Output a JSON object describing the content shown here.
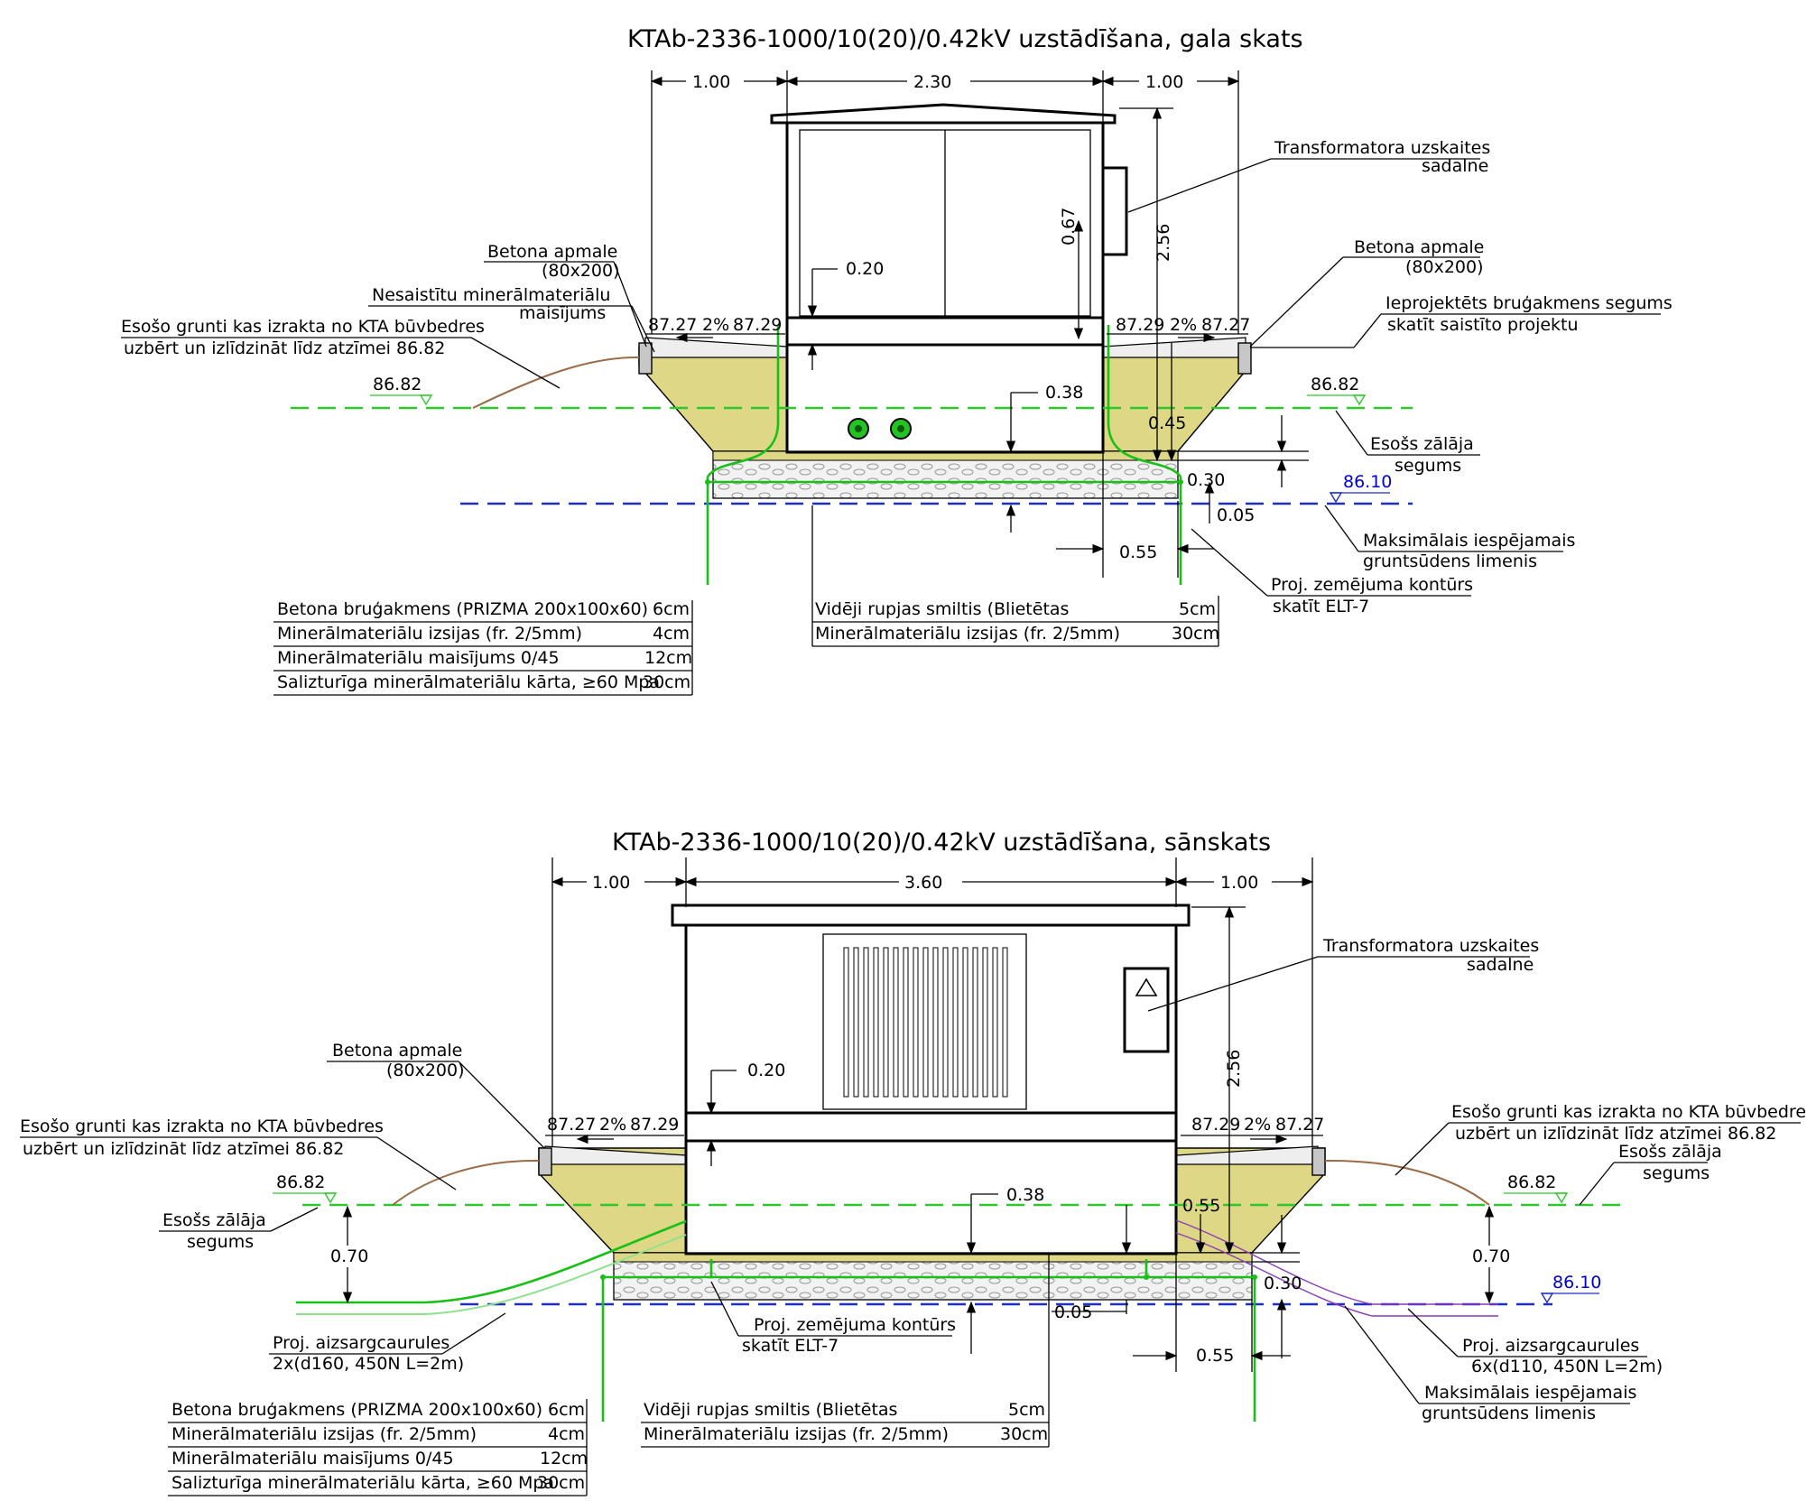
{
  "end_view": {
    "title": "KTAb-2336-1000/10(20)/0.42kV uzstādīšana, gala skats",
    "dims": {
      "left": "1.00",
      "middle": "2.30",
      "right": "1.00",
      "height": "2.56",
      "panel": "0.67",
      "upper": "0.20",
      "base": "0.38",
      "bedding": "0.45",
      "crushed": "0.30",
      "sand": "0.05",
      "offset": "0.55"
    },
    "levels": {
      "edge_left": "87.27",
      "slope_left": "2%",
      "top_left": "87.29",
      "top_right": "87.29",
      "slope_right": "2%",
      "edge_right": "87.27",
      "grass": "86.82",
      "groundwater": "86.10"
    },
    "labels": {
      "meter_panel_1": "Transformatora uzskaites",
      "meter_panel_2": "sadalne",
      "curb_left_1": "Betona apmale",
      "curb_left_2": "(80x200)",
      "curb_right_1": "Betona apmale",
      "curb_right_2": "(80x200)",
      "unbound_1": "Nesaistītu minerālmateriālu",
      "unbound_2": "maisījums",
      "soil_1": "Esošo grunti kas izrakta no KTA būvbedres",
      "soil_2": "uzbērt un izlīdzināt līdz atzīmei 86.82",
      "paving_1": "Ieprojektēts bruģakmens segums",
      "paving_2": "skatīt saistīto projektu",
      "grass_1": "Esošs zālāja",
      "grass_2": "segums",
      "gw_1": "Maksimālais iespējamais",
      "gw_2": "gruntsūdens limenis",
      "earth_1": "Proj. zemējuma kontūrs",
      "earth_2": "skatīt ELT-7"
    },
    "table_left": [
      {
        "name": "Betona bruģakmens (PRIZMA 200x100x60)",
        "thk": "6cm"
      },
      {
        "name": "Minerālmateriālu izsijas (fr. 2/5mm)",
        "thk": "4cm"
      },
      {
        "name": "Minerālmateriālu maisījums 0/45",
        "thk": "12cm"
      },
      {
        "name": "Salizturīga minerālmateriālu kārta, ≥60 Mpa",
        "thk": "30cm"
      }
    ],
    "table_right": [
      {
        "name": "Vidēji rupjas smiltis (Blietētas",
        "thk": "5cm"
      },
      {
        "name": "Minerālmateriālu izsijas (fr. 2/5mm)",
        "thk": "30cm"
      }
    ]
  },
  "side_view": {
    "title": "KTAb-2336-1000/10(20)/0.42kV uzstādīšana, sānskats",
    "dims": {
      "left": "1.00",
      "middle": "3.60",
      "right": "1.00",
      "height": "2.56",
      "upper": "0.20",
      "base": "0.38",
      "bedding": "0.55",
      "crushed": "0.30",
      "sand": "0.05",
      "offset": "0.55",
      "depth_left": "0.70",
      "depth_right": "0.70"
    },
    "levels": {
      "edge_left": "87.27",
      "slope_left": "2%",
      "top_left": "87.29",
      "top_right": "87.29",
      "slope_right": "2%",
      "edge_right": "87.27",
      "grass_left": "86.82",
      "grass_right": "86.82",
      "groundwater": "86.10"
    },
    "labels": {
      "meter_panel_1": "Transformatora uzskaites",
      "meter_panel_2": "sadalne",
      "curb_1": "Betona apmale",
      "curb_2": "(80x200)",
      "soil_left_1": "Esošo grunti kas izrakta no KTA būvbedres",
      "soil_left_2": "uzbērt un izlīdzināt līdz atzīmei 86.82",
      "soil_right_1": "Esošo grunti kas izrakta no KTA būvbedres",
      "soil_right_2": "uzbērt un izlīdzināt līdz atzīmei 86.82",
      "grass_left_1": "Esošs zālāja",
      "grass_left_2": "segums",
      "grass_right_1": "Esošs zālāja",
      "grass_right_2": "segums",
      "duct_left_1": "Proj. aizsargcaurules",
      "duct_left_2": "2x(d160, 450N L=2m)",
      "duct_right_1": "Proj. aizsargcaurules",
      "duct_right_2": "6x(d110, 450N L=2m)",
      "earth_1": "Proj. zemējuma kontūrs",
      "earth_2": "skatīt ELT-7",
      "gw_1": "Maksimālais iespējamais",
      "gw_2": "gruntsūdens limenis"
    },
    "table_left": [
      {
        "name": "Betona bruģakmens (PRIZMA 200x100x60)",
        "thk": "6cm"
      },
      {
        "name": "Minerālmateriālu izsijas (fr. 2/5mm)",
        "thk": "4cm"
      },
      {
        "name": "Minerālmateriālu maisījums 0/45",
        "thk": "12cm"
      },
      {
        "name": "Salizturīga minerālmateriālu kārta, ≥60 Mpa",
        "thk": "30cm"
      }
    ],
    "table_right": [
      {
        "name": "Vidēji rupjas smiltis (Blietētas",
        "thk": "5cm"
      },
      {
        "name": "Minerālmateriālu izsijas (fr. 2/5mm)",
        "thk": "30cm"
      }
    ]
  },
  "colors": {
    "grass_line": "#2ec82e",
    "groundwater_line": "#1f2fc0",
    "earthing": "#18c018",
    "fill": "#ded886",
    "soil": "#9a6b45"
  }
}
